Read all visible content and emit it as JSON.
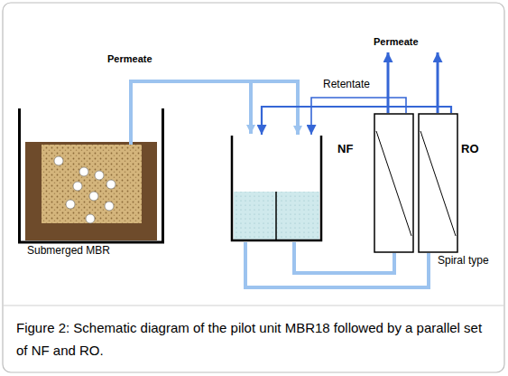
{
  "diagram": {
    "caption": "Figure 2: Schematic diagram of the pilot unit MBR18 followed by a parallel set of NF and RO.",
    "nodes": [
      {
        "text": [
          "Submerged MBR"
        ]
      },
      {
        "text": []
      },
      {
        "text": [
          "NF"
        ]
      },
      {
        "text": [
          "RO"
        ]
      }
    ],
    "edges": [
      {
        "from": 0,
        "to": 1,
        "label": "Permeate",
        "arrow": "to"
      },
      {
        "from": 1,
        "to": 2,
        "arrow": "none"
      },
      {
        "from": 1,
        "to": 3,
        "arrow": "none"
      },
      {
        "from": 2,
        "to": 1,
        "label": "Retentate",
        "arrow": "to"
      },
      {
        "from": 3,
        "to": 1,
        "arrow": "to"
      }
    ],
    "labels": [
      "Permeate",
      "Spiral type"
    ]
  }
}
